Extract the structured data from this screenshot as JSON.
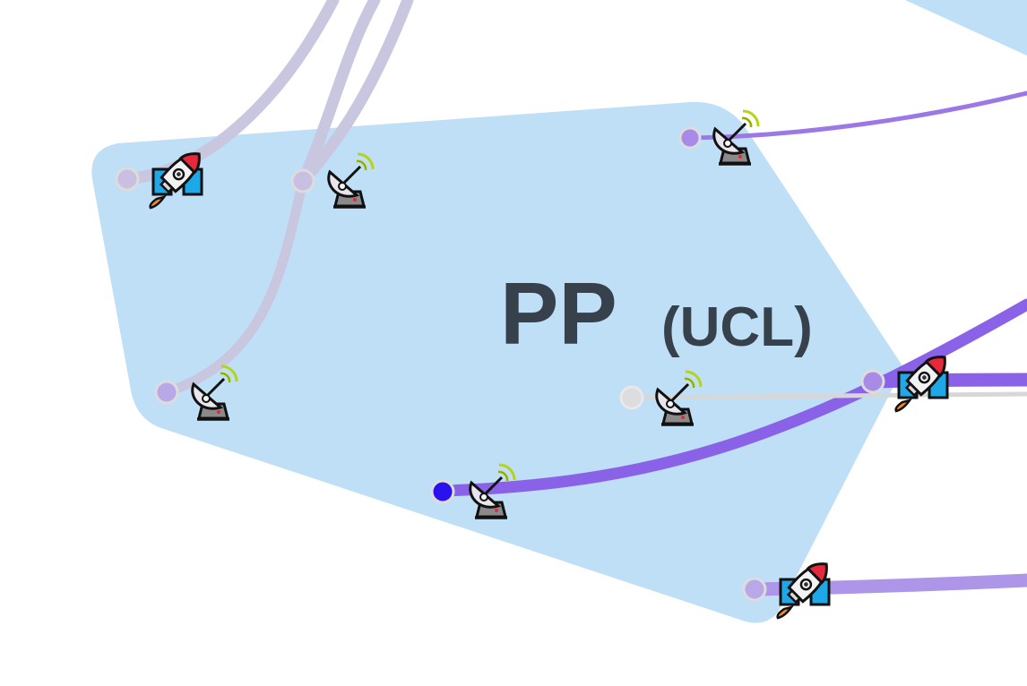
{
  "group": {
    "name": "PP",
    "org": "(UCL)",
    "fill": "#bfdff7",
    "label_color": "#37414b"
  },
  "colors": {
    "edge_faint": "#c9c6e0",
    "edge_purple": "#9b78e6",
    "edge_strong": "#8a62e8",
    "edge_grey": "#d7d7d7",
    "port_faint": "#c9bfe3",
    "port_purple": "#a98ae6",
    "port_blue": "#2a12ee",
    "port_grey": "#dddddd",
    "rocket_body": "#f2f2f2",
    "rocket_tip": "#e6283c",
    "rocket_window": "#1ea8e8",
    "rocket_flame": "#f58a1f",
    "dish_body": "#e8e6ec",
    "dish_base": "#8a8a8a",
    "signal": "#b6d31a"
  },
  "nodes": [
    {
      "id": "n1",
      "icon": "rocket-icon"
    },
    {
      "id": "n2",
      "icon": "satellite-dish-icon"
    },
    {
      "id": "n3",
      "icon": "satellite-dish-icon"
    },
    {
      "id": "n4",
      "icon": "satellite-dish-icon"
    },
    {
      "id": "n5",
      "icon": "satellite-dish-icon"
    },
    {
      "id": "n6",
      "icon": "satellite-dish-icon"
    },
    {
      "id": "n7",
      "icon": "rocket-icon"
    },
    {
      "id": "n8",
      "icon": "rocket-icon"
    }
  ]
}
